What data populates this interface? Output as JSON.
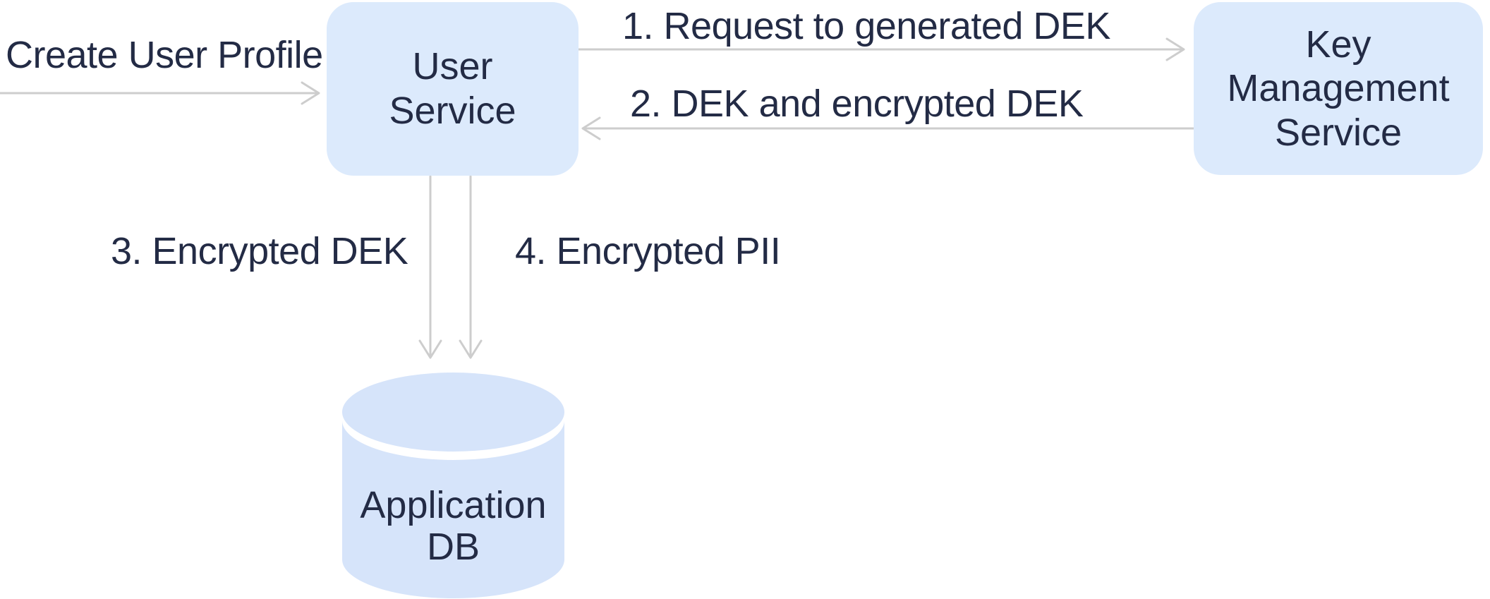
{
  "colors": {
    "background": "#ffffff",
    "node_fill": "#dceafc",
    "cylinder_fill": "#d6e4fa",
    "text": "#232b45",
    "arrow": "#cdcdcd"
  },
  "nodes": {
    "user_service": {
      "label": "User\nService",
      "shape": "rounded-rect"
    },
    "key_management_service": {
      "label": "Key\nManagement\nService",
      "shape": "rounded-rect"
    },
    "application_db": {
      "label": "Application\nDB",
      "shape": "cylinder"
    }
  },
  "edges": {
    "create_user_profile": {
      "label": "Create User Profile",
      "from": "external",
      "to": "user_service",
      "direction": "right"
    },
    "request_dek": {
      "label": "1. Request to generated DEK",
      "from": "user_service",
      "to": "key_management_service",
      "direction": "right"
    },
    "return_dek": {
      "label": "2. DEK and encrypted DEK",
      "from": "key_management_service",
      "to": "user_service",
      "direction": "left"
    },
    "store_encrypted_dek": {
      "label": "3. Encrypted DEK",
      "from": "user_service",
      "to": "application_db",
      "direction": "down"
    },
    "store_encrypted_pii": {
      "label": "4. Encrypted PII",
      "from": "user_service",
      "to": "application_db",
      "direction": "down"
    }
  }
}
